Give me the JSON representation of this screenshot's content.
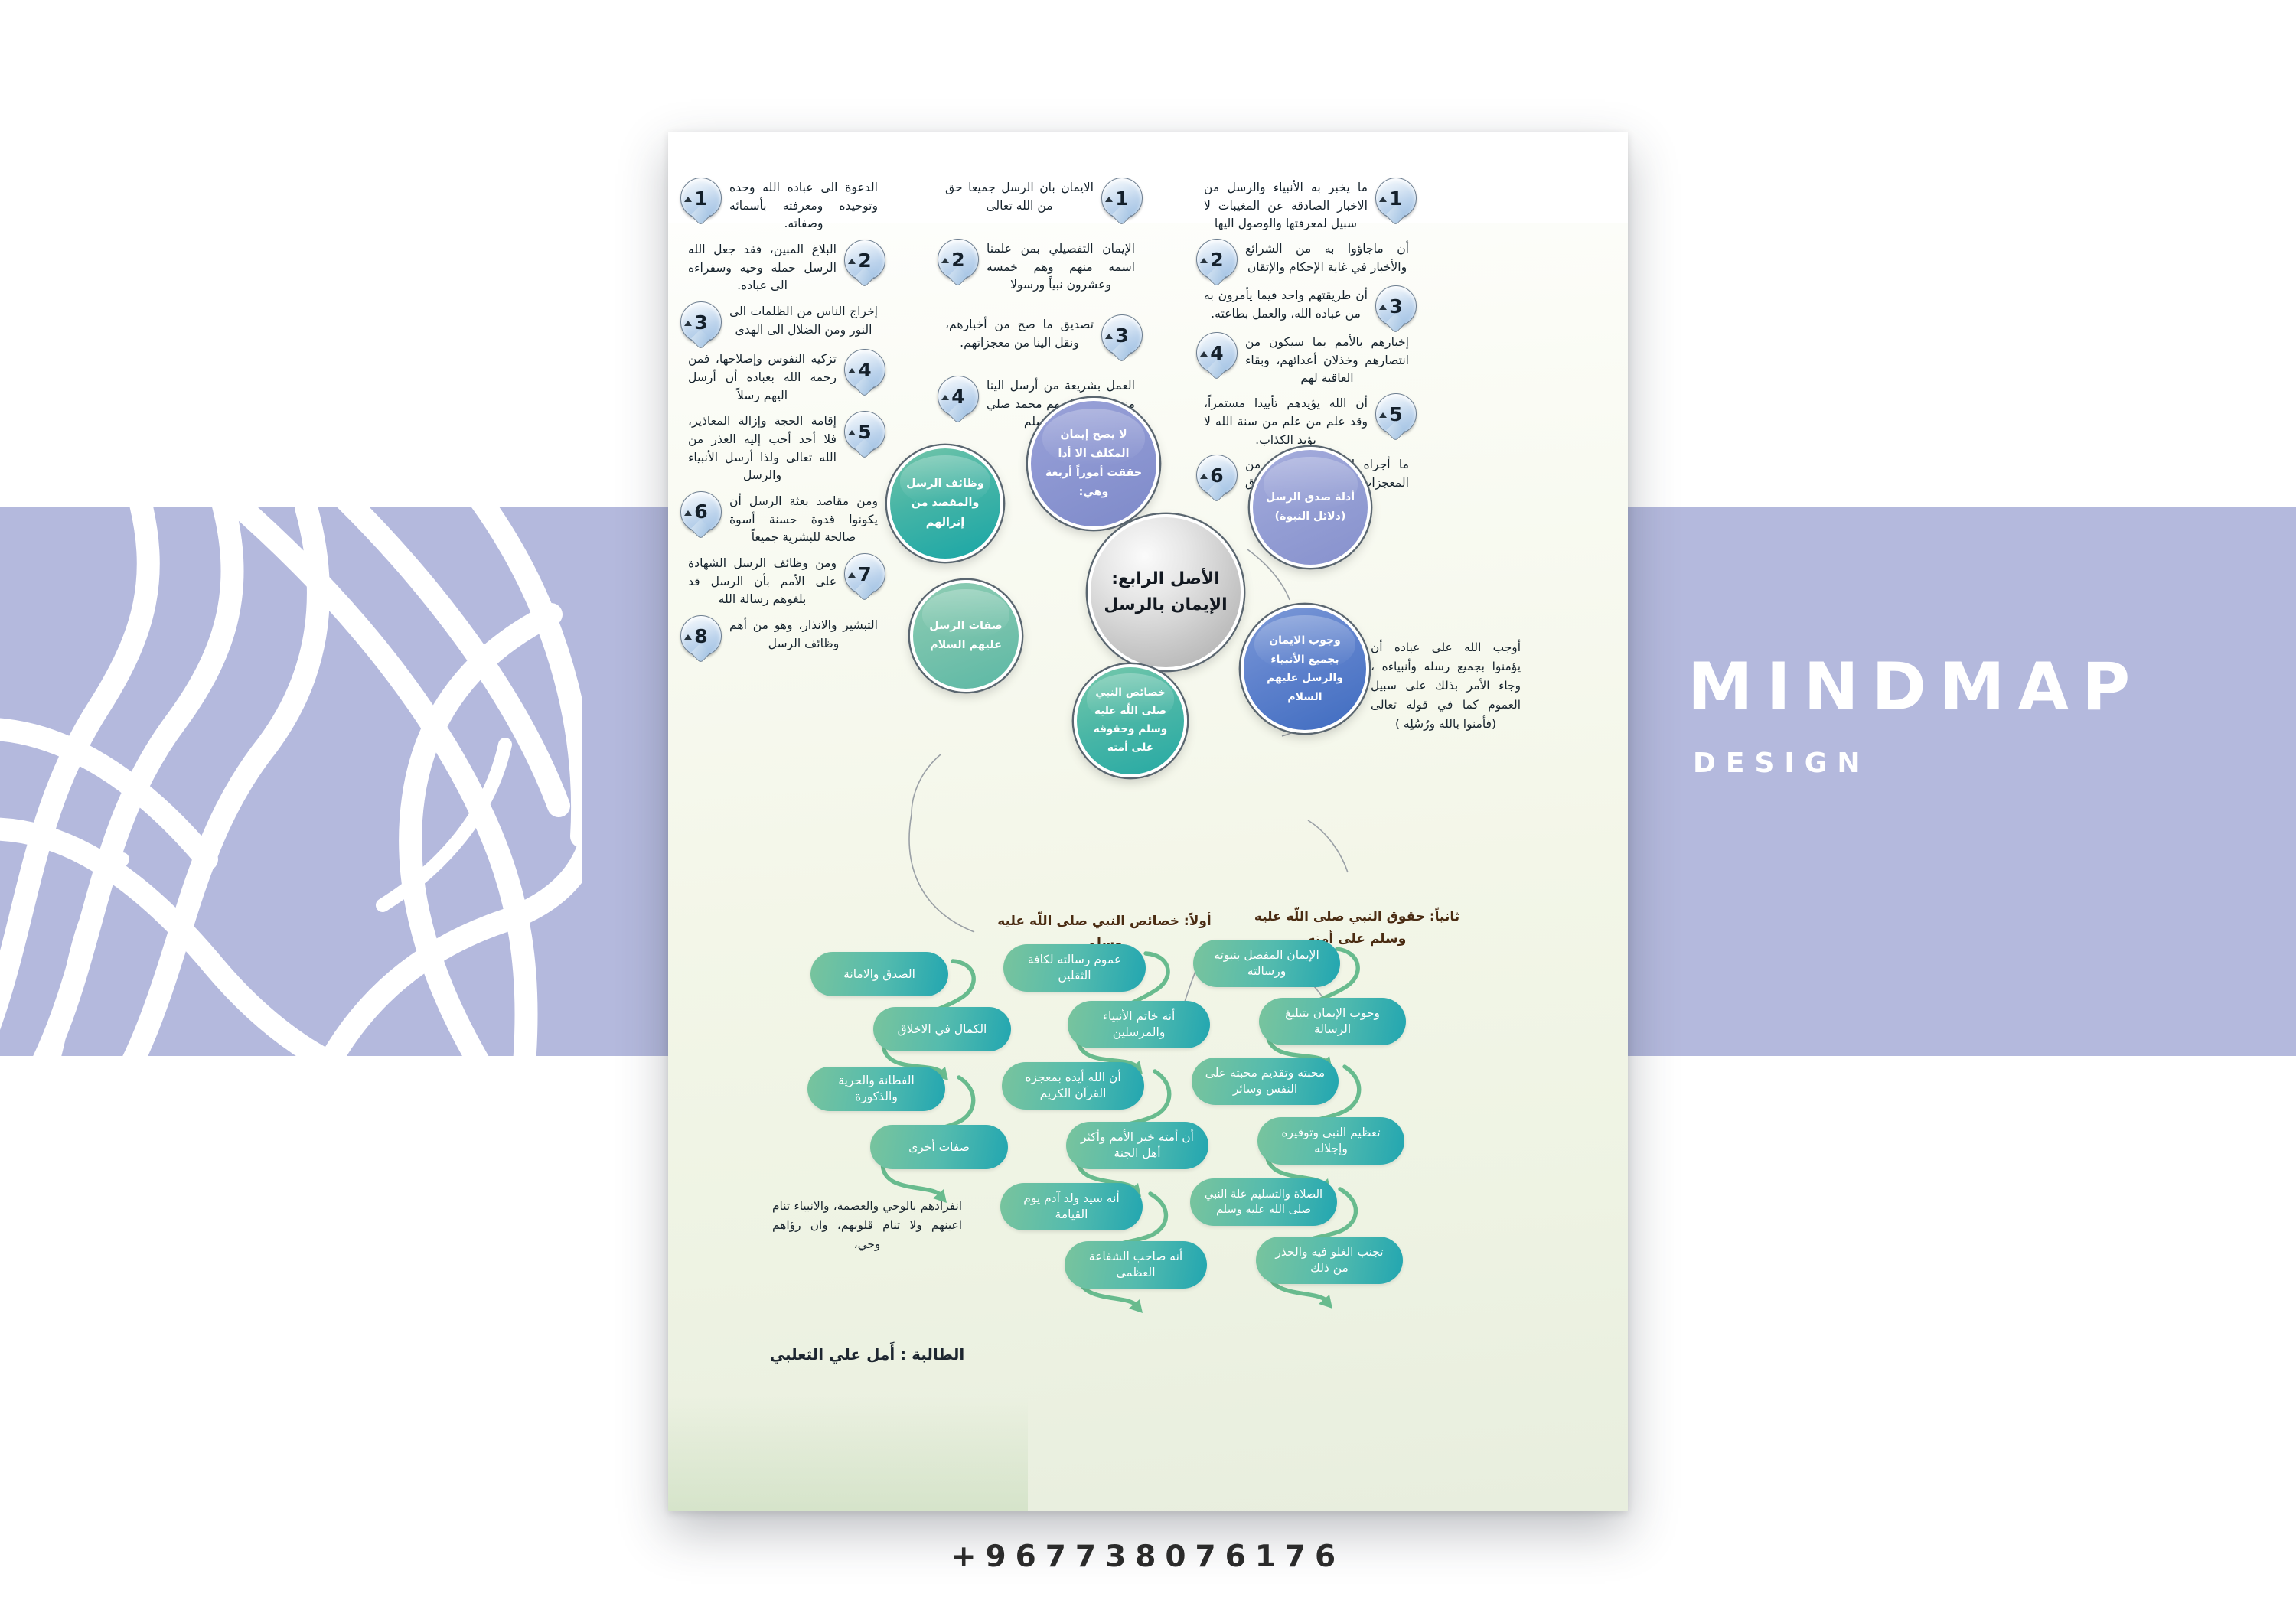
{
  "banner": {
    "title": "MINDMAP",
    "subtitle": "DESIGN",
    "band_color": "#b4b9dd"
  },
  "footer": {
    "phone": "+967738076176"
  },
  "poster": {
    "center": {
      "line1": "الأصل الرابع:",
      "line2": "الإيمان بالرسل"
    },
    "hubs": [
      {
        "id": "conditions",
        "text": "لا يصح إيمان المكلف الا أذا حققت أموراً أربعة وهي:",
        "color": "#8d97d2"
      },
      {
        "id": "proofs",
        "text": "أدلة صدق الرسل (دلائل النبوة)",
        "color": "#949ed4"
      },
      {
        "id": "obligation",
        "text": "وجوب الايمان بجميع الأنبياء والرسل عليهم السلام",
        "color": "#5f82cd"
      },
      {
        "id": "functions",
        "text": "وظائف الرسل والمقصد من إنزالهم",
        "color": "#44b4a6"
      },
      {
        "id": "attributes",
        "text": "صفات الرسل عليهم السلام",
        "color": "#74c1ab"
      },
      {
        "id": "prophet",
        "text": "خصائص النبي صلى اللّه عليه وسلم وحقوقه على أمته",
        "color": "#49b6a6"
      }
    ],
    "columns": {
      "functions_list": [
        {
          "n": "1",
          "text": "الدعوة الى عباده الله وحده وتوحيده ومعرفته بأسمائه وصفاته."
        },
        {
          "n": "2",
          "text": "البلاغ المبين، فقد جعل الله الرسل حمله وحيه وسفراءه الى عباده."
        },
        {
          "n": "3",
          "text": "إخراج الناس من الظلمات الى النور ومن الضلال الى الهدى"
        },
        {
          "n": "4",
          "text": "تزكيه النفوس وإصلاحها، فمن رحمه الله بعباده أن أرسل اليهم رسلاً"
        },
        {
          "n": "5",
          "text": "إقامة الحجة وإزالة المعاذير، فلا أحد أحب إليه العذر من الله تعالى ولذا أرسل الأنبياء والرسل"
        },
        {
          "n": "6",
          "text": "ومن مقاصد بعثة الرسل أن يكونوا قدوة حسنة أسوة صالحة للبشرية جميعاً"
        },
        {
          "n": "7",
          "text": "ومن وظائف الرسل الشهادة على الأمم بأن الرسل قد بلغوهم رسالة الله"
        },
        {
          "n": "8",
          "text": "التبشير والانذار، وهو من أهم وظائف الرسل"
        }
      ],
      "conditions_list": [
        {
          "n": "1",
          "text": "الايمان بان الرسل جميعا حق من الله تعالى"
        },
        {
          "n": "2",
          "text": "الإيمان التفصيلي بمن علمنا اسمه منهم وهم خمسه وعشرون نبياً ورسولا"
        },
        {
          "n": "3",
          "text": "تصديق ما صح من أخبارهم، ونقل الينا من معجزاتهم."
        },
        {
          "n": "4",
          "text": "العمل بشريعة من أرسل الينا منهم، وهو خاتمهم محمد صلي الله عليه وسلم"
        }
      ],
      "proofs_list": [
        {
          "n": "1",
          "text": "ما يخبر به الأنبياء والرسل من الاخبار الصادقة عن المغيبات لا سبيل لمعرفتها والوصول اليها"
        },
        {
          "n": "2",
          "text": "أن ماجاؤوا به من الشرائع والأخبار في غاية الإحكام والإتقان"
        },
        {
          "n": "3",
          "text": "أن طريقتهم واحد فيما يأمرون به من عباده الله، والعمل بطاعته."
        },
        {
          "n": "4",
          "text": "إخبارهم بالأمم بما سيكون من انتصارهم وخذلان أعدائهم، وبقاء العاقبة لهم"
        },
        {
          "n": "5",
          "text": "أن الله يؤيدهم تأييدا مستمراً، وقد علم من علم من سنة الله لا يؤيد الكذاب."
        },
        {
          "n": "6",
          "text": "ما أجراه الله على أيديهم من المعجزات القاهرة، والخوارق الباهرة."
        }
      ]
    },
    "obligation_paragraph": "أوجب الله على عباده أن يؤمنوا بجميع رسله وأنبياءه ، وجاء الأمر بذلك على سبيل العموم كما في قوله تعالى (فأمنوا بالله ورُسُلِه )",
    "attributes": {
      "items": [
        "الصدق والامانة",
        "الكمال في الاخلاق",
        "الفطانة والحرية والذكورة",
        "صفات أخرى"
      ],
      "note": "انفرادهم بالوحي والعصمة، والانبياء تنام اعينهم ولا تنام قلوبهم، وان رؤاهم وحي،"
    },
    "section_first": {
      "heading": "أولاً: خصائص النبي صلى اللّه عليه وسلم",
      "items": [
        "عموم رسالته لكافة الثقلين",
        "أنه خاتم الأنبياء والمرسلين",
        "أن الله أيده بمعجزه القرآن الكريم",
        "أن أمته خير الأمم وأكثر أهل الجنة",
        "أنه سيد ولد آدم يوم القيامة",
        "أنه صاحب الشفاعة العظمى"
      ]
    },
    "section_second": {
      "heading": "ثانياً: حقوق النبي صلى اللّه عليه وسلم على أمته",
      "items": [
        "الإيمان المفصل بنبوته ورسالته",
        "وجوب الإيمان بتبليغ الرسالة",
        "محبته وتقديم محبته على النفس وسائر",
        "تعظيم النبى وتوقيره وإجلاله",
        "الصلاة والتسليم علة النبي صلى الله عليه وسلم",
        "تجنب الغلو فيه والحذر من ذلك"
      ]
    },
    "signature": "الطالبة : أَمل علي الثعلبي"
  }
}
